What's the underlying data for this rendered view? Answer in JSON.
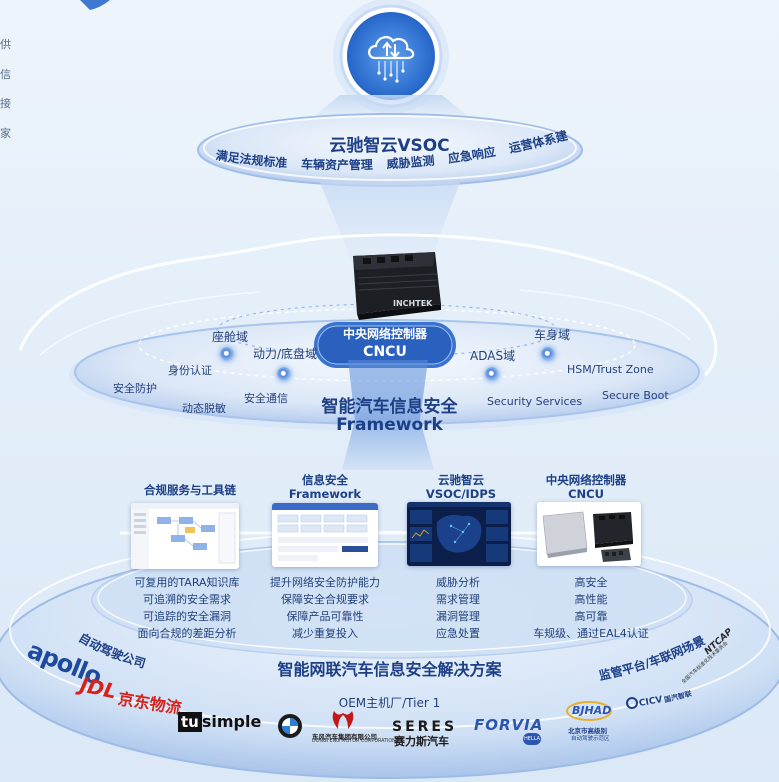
{
  "edge_text": [
    "供",
    "信",
    "接",
    "家"
  ],
  "vsoc": {
    "title": "云驰智云VSOC",
    "items": [
      "满足法规标准",
      "车辆资产管理",
      "威胁监测",
      "应急响应",
      "运营体系建设"
    ]
  },
  "controller": {
    "brand": "INCHTEK",
    "name_cn": "中央网络控制器",
    "name_en": "CNCU"
  },
  "domains": {
    "cabin": "座舱域",
    "power": "动力/底盘域",
    "adas": "ADAS域",
    "body": "车身域"
  },
  "features": {
    "identity": "身份认证",
    "protection": "安全防护",
    "desensitize": "动态脱敏",
    "secure_comm": "安全通信",
    "security_services": "Security Services",
    "hsm": "HSM/Trust Zone",
    "secure_boot": "Secure Boot"
  },
  "framework": {
    "title_cn": "智能汽车信息安全",
    "title_en": "Framework"
  },
  "cards": [
    {
      "title1": "合规服务与工具链",
      "title2": "",
      "features": [
        "可复用的TARA知识库",
        "可追溯的安全需求",
        "可追踪的安全漏洞",
        "面向合规的差距分析"
      ]
    },
    {
      "title1": "信息安全",
      "title2": "Framework",
      "features": [
        "提升网络安全防护能力",
        "保障安全合规要求",
        "保障产品可靠性",
        "减少重复投入"
      ]
    },
    {
      "title1": "云驰智云",
      "title2": "VSOC/IDPS",
      "features": [
        "威胁分析",
        "需求管理",
        "漏洞管理",
        "应急处置"
      ]
    },
    {
      "title1": "中央网络控制器",
      "title2": "CNCU",
      "features": [
        "高安全",
        "高性能",
        "高可靠",
        "车规级、通过EAL4认证"
      ]
    }
  ],
  "solution": {
    "title": "智能网联汽车信息安全解决方案",
    "left_arc": "自动驾驶公司",
    "right_arc": "监管平台/车联网场景",
    "oem": "OEM主机厂/Tier 1"
  },
  "logos": {
    "apollo": "apollo",
    "jdl": "JDL",
    "jd": "京东物流",
    "tusimple_a": "tu",
    "tusimple_b": "simple",
    "dongfeng": "东风汽车集团有限公司",
    "dongfeng_en": "DONGFENG MOTOR CORPORATION",
    "seres": "SERES",
    "seres_cn": "赛力斯汽车",
    "forvia": "FORVIA",
    "hella": "HELLA",
    "bjhad": "BJHAD",
    "bjhad_cn": "北京市高级别",
    "bjhad_cn2": "自动驾驶示范区",
    "cicv": "CICV",
    "cicv_cn": "国汽智联",
    "ncap": "NTCAP",
    "ncap_cn": "全国汽车标准化技术委员会"
  },
  "colors": {
    "navy": "#1c3f86",
    "accent": "#4f86d6",
    "jd_red": "#d6221a",
    "forvia_blue": "#2b55b0"
  }
}
